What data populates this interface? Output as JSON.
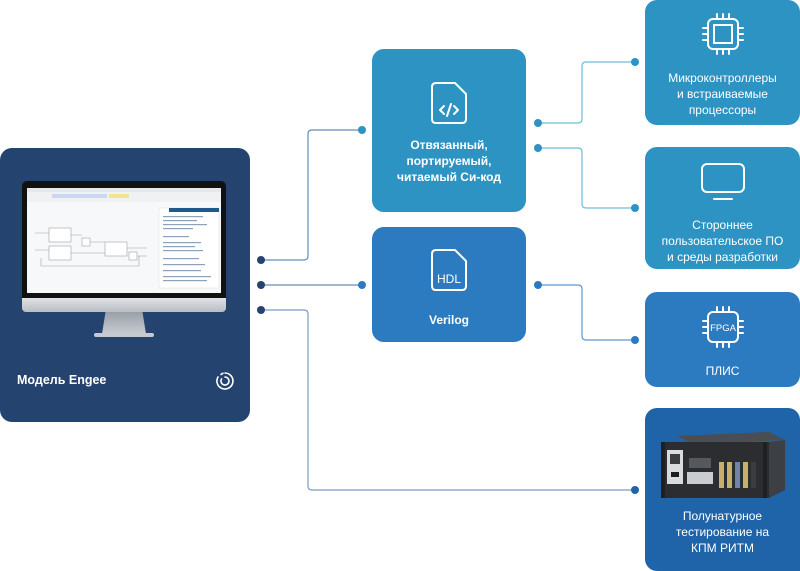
{
  "diagram": {
    "source": {
      "title": "Модель Engee",
      "logo_icon": "engee-logo-icon",
      "image": "monitor-with-engee-editor"
    },
    "targets_level1": [
      {
        "id": "c-code",
        "icon": "code-file-icon",
        "lines": [
          "Отвязанный,",
          "портируемый,",
          "читаемый Си-код"
        ]
      },
      {
        "id": "verilog",
        "icon": "hdl-file-icon",
        "icon_text": "HDL",
        "lines": [
          "Verilog"
        ]
      }
    ],
    "targets_level2": [
      {
        "id": "mcu",
        "icon": "chip-icon",
        "lines": [
          "Микроконтроллеры",
          "и встраиваемые",
          "процессоры"
        ]
      },
      {
        "id": "ide",
        "icon": "monitor-icon",
        "lines": [
          "Стороннее",
          "пользовательское ПО",
          "и среды разработки"
        ]
      },
      {
        "id": "fpga",
        "icon": "fpga-chip-icon",
        "icon_text": "FPGA",
        "lines": [
          "ПЛИС"
        ]
      },
      {
        "id": "hil",
        "icon": "rack-server-image",
        "lines": [
          "Полунатурное",
          "тестирование на",
          "КПМ РИТМ"
        ]
      }
    ],
    "connections": [
      {
        "from": "engee",
        "to": "c-code"
      },
      {
        "from": "engee",
        "to": "verilog"
      },
      {
        "from": "engee",
        "to": "hil"
      },
      {
        "from": "c-code",
        "to": "mcu"
      },
      {
        "from": "c-code",
        "to": "ide"
      },
      {
        "from": "verilog",
        "to": "fpga"
      }
    ],
    "colors": {
      "engee_card": "#24446f",
      "c_card": "#2d93c2",
      "hdl_card": "#2c7abf",
      "hil_card": "#1f64a8",
      "connector_dark": "#24446f",
      "connector_light": "#2d93c2"
    }
  }
}
